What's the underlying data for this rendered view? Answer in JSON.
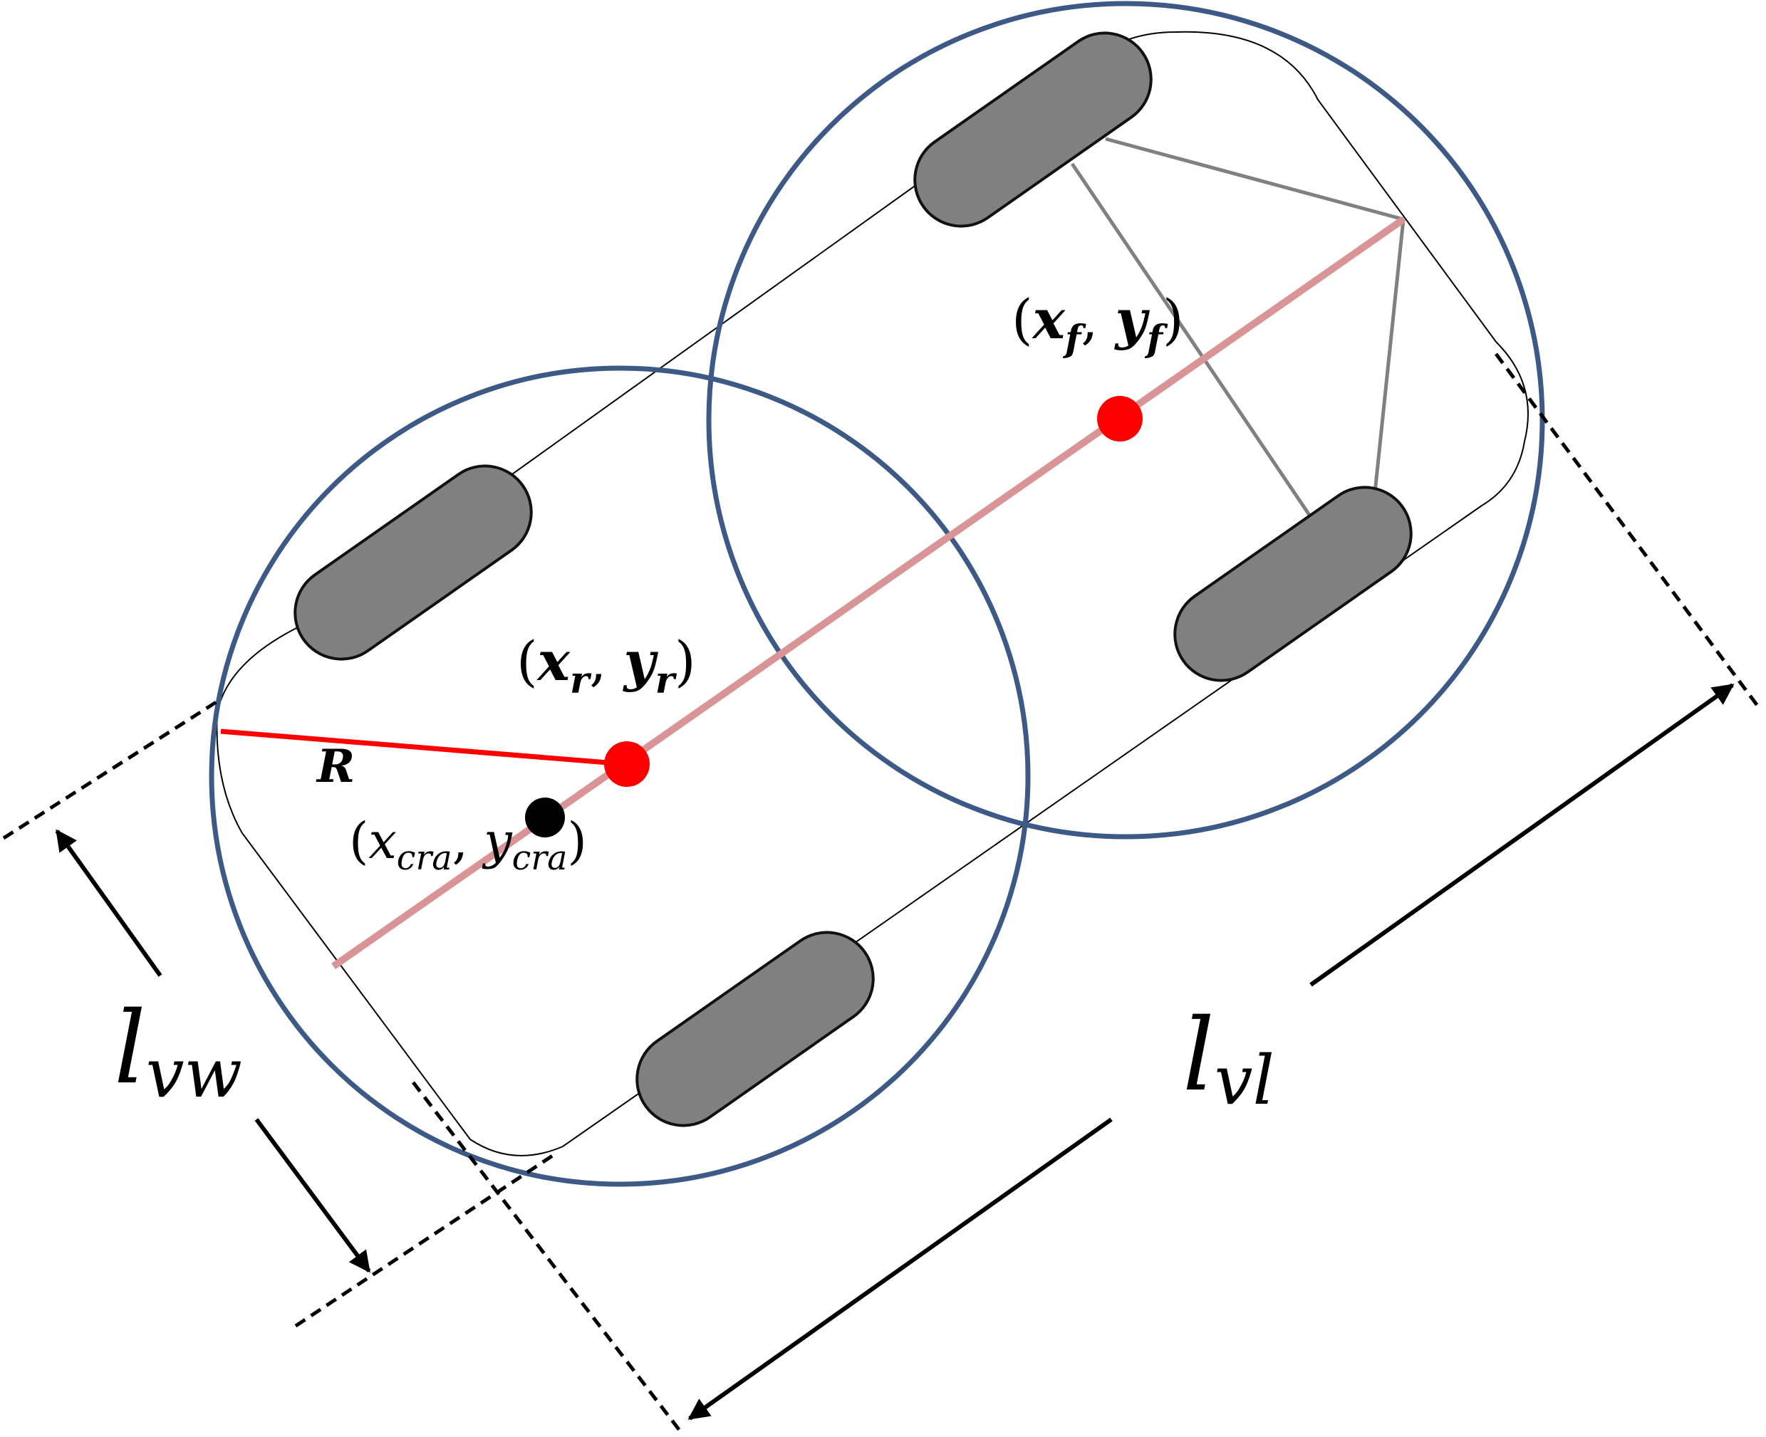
{
  "colors": {
    "circle": "#3d5a87",
    "tire_fill": "#808080",
    "tire_stroke": "#111111",
    "axis_line": "#d99595",
    "radius_line": "#ff0000",
    "center_point": "#ff0000",
    "cra_point": "#000000",
    "steering": "#808080",
    "outline": "#000000"
  },
  "labels": {
    "front_point": {
      "open": "(",
      "x": "x",
      "x_sub": "f",
      "comma": ", ",
      "y": "y",
      "y_sub": "f",
      "close": ")"
    },
    "rear_point": {
      "open": "(",
      "x": "x",
      "x_sub": "r",
      "comma": ", ",
      "y": "y",
      "y_sub": "r",
      "close": ")"
    },
    "cra_point": {
      "open": "(",
      "x": "x",
      "x_sub": "cra",
      "comma": ", ",
      "y": "y",
      "y_sub": "cra",
      "close": ")"
    },
    "radius": "R",
    "vehicle_width": {
      "base": "l",
      "sub": "vw"
    },
    "vehicle_length": {
      "base": "l",
      "sub": "vl"
    }
  }
}
